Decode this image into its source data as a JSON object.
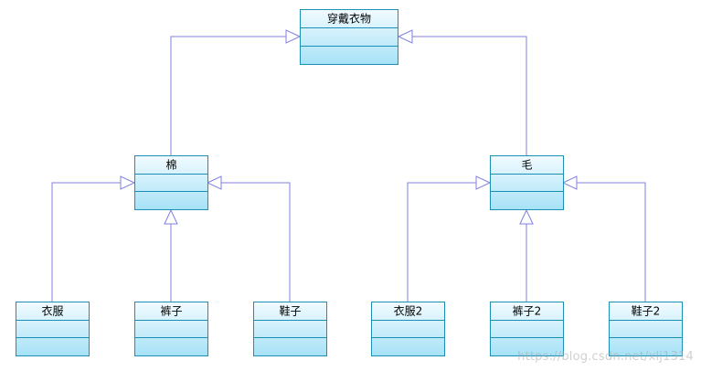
{
  "classes": {
    "root": {
      "name": "穿戴衣物"
    },
    "cotton": {
      "name": "棉"
    },
    "wool": {
      "name": "毛"
    },
    "clothes": {
      "name": "衣服"
    },
    "pants": {
      "name": "裤子"
    },
    "shoes": {
      "name": "鞋子"
    },
    "clothes2": {
      "name": "衣服2"
    },
    "pants2": {
      "name": "裤子2"
    },
    "shoes2": {
      "name": "鞋子2"
    }
  },
  "relations": [
    {
      "child": "cotton",
      "parent": "root",
      "type": "inheritance"
    },
    {
      "child": "wool",
      "parent": "root",
      "type": "inheritance"
    },
    {
      "child": "clothes",
      "parent": "cotton",
      "type": "inheritance"
    },
    {
      "child": "pants",
      "parent": "cotton",
      "type": "inheritance"
    },
    {
      "child": "shoes",
      "parent": "cotton",
      "type": "inheritance"
    },
    {
      "child": "clothes2",
      "parent": "wool",
      "type": "inheritance"
    },
    {
      "child": "pants2",
      "parent": "wool",
      "type": "inheritance"
    },
    {
      "child": "shoes2",
      "parent": "wool",
      "type": "inheritance"
    }
  ],
  "colors": {
    "box_fill_top": "#f2fbff",
    "box_fill_bottom": "#a6e2f7",
    "box_border": "#1b8fb5",
    "edge": "#8080e0"
  },
  "watermark": "https://blog.csdn.net/xlj1314"
}
